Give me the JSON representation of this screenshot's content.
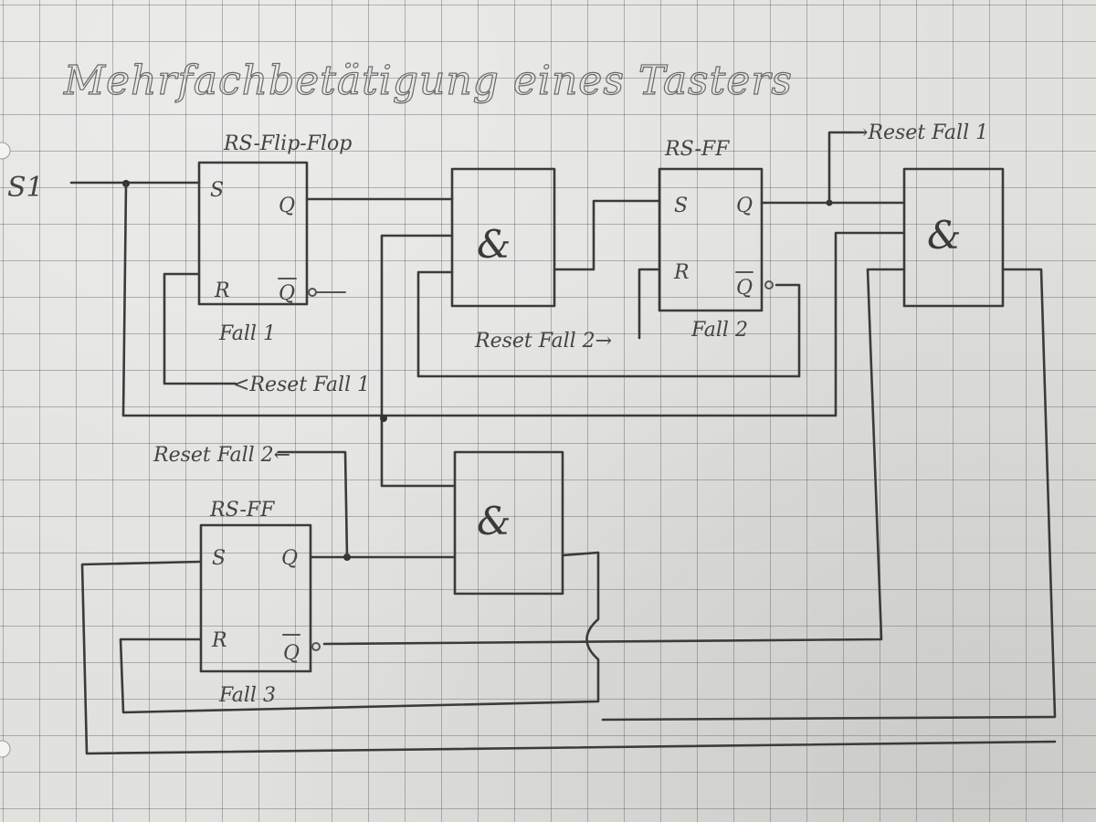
{
  "title": "Mehrfachbetätigung eines Tasters",
  "input_label": "S1",
  "flipflops": [
    {
      "name": "RS-Flip-Flop",
      "set": "S",
      "reset": "R",
      "q": "Q",
      "qbar": "Q",
      "caption": "Fall 1"
    },
    {
      "name": "RS-FF",
      "set": "S",
      "reset": "R",
      "q": "Q",
      "qbar": "Q",
      "caption": "Fall 2"
    },
    {
      "name": "RS-FF",
      "set": "S",
      "reset": "R",
      "q": "Q",
      "qbar": "Q",
      "caption": "Fall 3"
    }
  ],
  "and_gates": [
    {
      "symbol": "&"
    },
    {
      "symbol": "&"
    },
    {
      "symbol": "&"
    }
  ],
  "reset_labels": {
    "fall1_in": "<Reset Fall 1",
    "fall1_out": "→Reset Fall 1",
    "fall2_in": "Reset Fall 2→",
    "fall2_out": "Reset Fall 2←"
  }
}
